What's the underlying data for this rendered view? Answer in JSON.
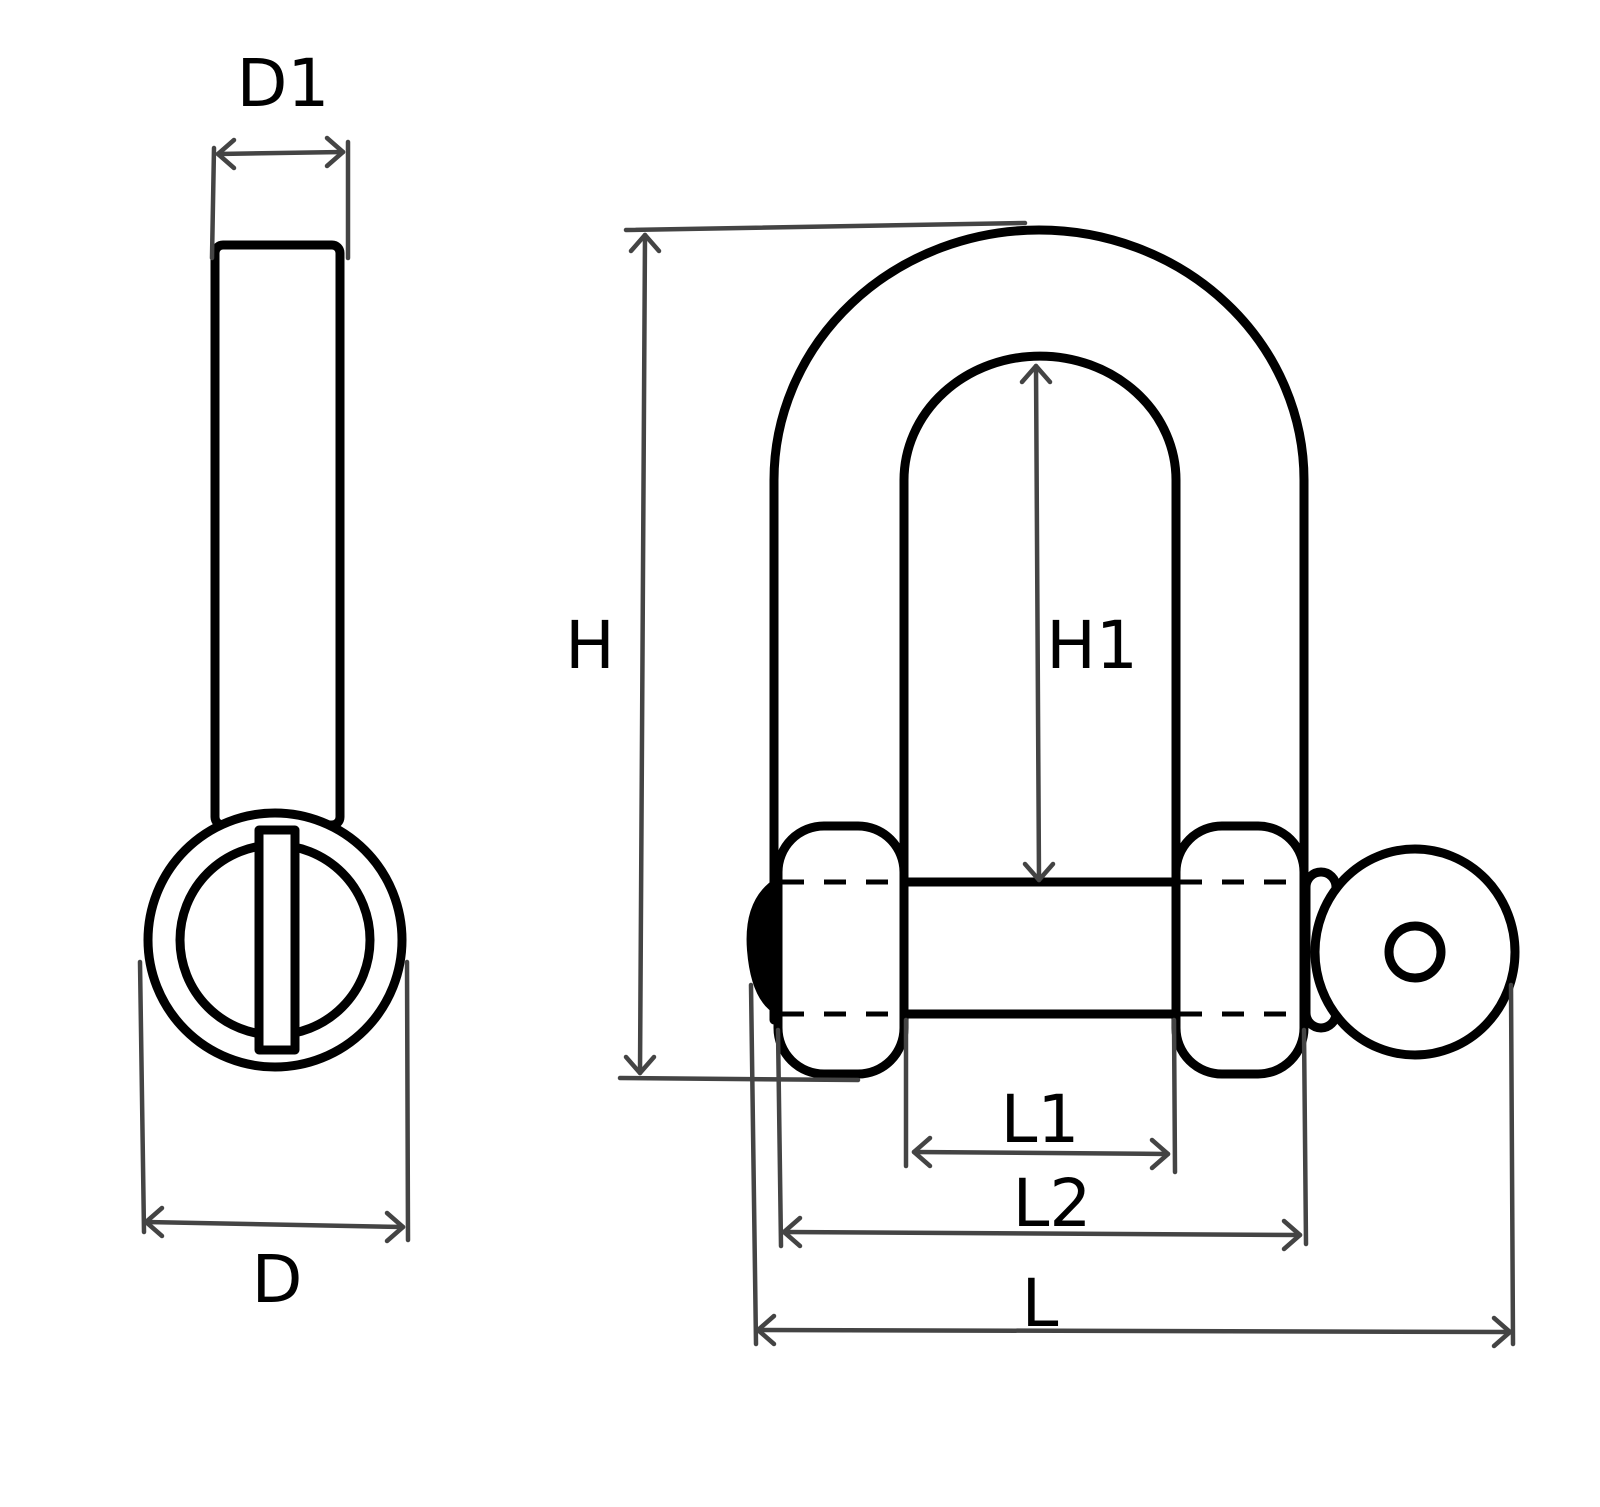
{
  "colors": {
    "outline": "#000000",
    "dimension_line": "#444444",
    "background": "#ffffff"
  },
  "labels": {
    "D1": "D1",
    "D": "D",
    "H": "H",
    "H1": "H1",
    "L1": "L1",
    "L2": "L2",
    "L": "L"
  }
}
